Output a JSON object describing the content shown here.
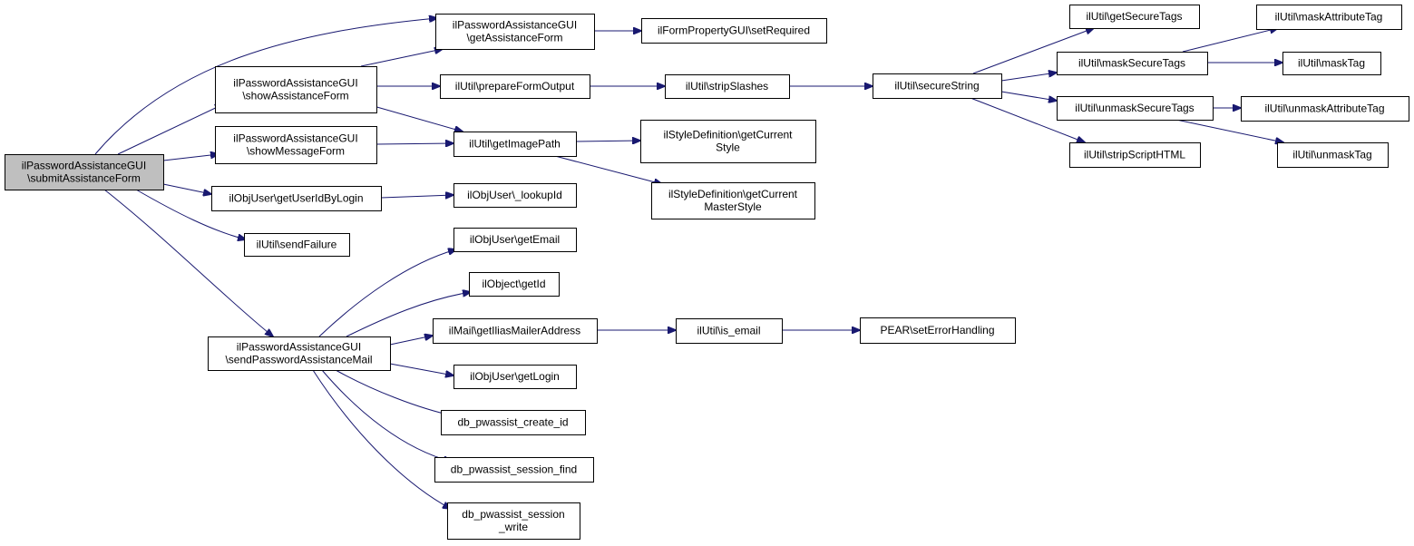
{
  "colors": {
    "edge": "#191970",
    "node_fill": "#ffffff",
    "node_border": "#000000",
    "root_fill": "#bfbfbf",
    "text": "#000000"
  },
  "nodes": [
    {
      "id": "submit",
      "lines": [
        "ilPasswordAssistanceGUI",
        "\\submitAssistanceForm"
      ],
      "root": true
    },
    {
      "id": "getAssistForm",
      "lines": [
        "ilPasswordAssistanceGUI",
        "\\getAssistanceForm"
      ]
    },
    {
      "id": "showAssistForm",
      "lines": [
        "ilPasswordAssistanceGUI",
        "\\showAssistanceForm"
      ]
    },
    {
      "id": "showMsgForm",
      "lines": [
        "ilPasswordAssistanceGUI",
        "\\showMessageForm"
      ]
    },
    {
      "id": "getUserIdByLogin",
      "lines": [
        "ilObjUser\\getUserIdByLogin"
      ]
    },
    {
      "id": "sendFailure",
      "lines": [
        "ilUtil\\sendFailure"
      ]
    },
    {
      "id": "sendPwMail",
      "lines": [
        "ilPasswordAssistanceGUI",
        "\\sendPasswordAssistanceMail"
      ]
    },
    {
      "id": "setRequired",
      "lines": [
        "ilFormPropertyGUI\\setRequired"
      ]
    },
    {
      "id": "prepareFormOutput",
      "lines": [
        "ilUtil\\prepareFormOutput"
      ]
    },
    {
      "id": "getImagePath",
      "lines": [
        "ilUtil\\getImagePath"
      ]
    },
    {
      "id": "lookupId",
      "lines": [
        "ilObjUser\\_lookupId"
      ]
    },
    {
      "id": "getEmail",
      "lines": [
        "ilObjUser\\getEmail"
      ]
    },
    {
      "id": "getId",
      "lines": [
        "ilObject\\getId"
      ]
    },
    {
      "id": "getMailerAddr",
      "lines": [
        "ilMail\\getIliasMailerAddress"
      ]
    },
    {
      "id": "getLogin",
      "lines": [
        "ilObjUser\\getLogin"
      ]
    },
    {
      "id": "createId",
      "lines": [
        "db_pwassist_create_id"
      ]
    },
    {
      "id": "sessionFind",
      "lines": [
        "db_pwassist_session_find"
      ]
    },
    {
      "id": "sessionWrite",
      "lines": [
        "db_pwassist_session",
        "_write"
      ]
    },
    {
      "id": "stripSlashes",
      "lines": [
        "ilUtil\\stripSlashes"
      ]
    },
    {
      "id": "getCurrentStyle",
      "lines": [
        "ilStyleDefinition\\getCurrent",
        "Style"
      ]
    },
    {
      "id": "getCurrentMasterStyle",
      "lines": [
        "ilStyleDefinition\\getCurrent",
        "MasterStyle"
      ]
    },
    {
      "id": "isEmail",
      "lines": [
        "ilUtil\\is_email"
      ]
    },
    {
      "id": "secureString",
      "lines": [
        "ilUtil\\secureString"
      ]
    },
    {
      "id": "setErrorHandling",
      "lines": [
        "PEAR\\setErrorHandling"
      ]
    },
    {
      "id": "getSecureTags",
      "lines": [
        "ilUtil\\getSecureTags"
      ]
    },
    {
      "id": "maskSecureTags",
      "lines": [
        "ilUtil\\maskSecureTags"
      ]
    },
    {
      "id": "unmaskSecureTags",
      "lines": [
        "ilUtil\\unmaskSecureTags"
      ]
    },
    {
      "id": "stripScriptHTML",
      "lines": [
        "ilUtil\\stripScriptHTML"
      ]
    },
    {
      "id": "maskAttributeTag",
      "lines": [
        "ilUtil\\maskAttributeTag"
      ]
    },
    {
      "id": "maskTag",
      "lines": [
        "ilUtil\\maskTag"
      ]
    },
    {
      "id": "unmaskAttributeTag",
      "lines": [
        "ilUtil\\unmaskAttributeTag"
      ]
    },
    {
      "id": "unmaskTag",
      "lines": [
        "ilUtil\\unmaskTag"
      ]
    }
  ],
  "edges": [
    {
      "from": "submit",
      "to": "getAssistForm"
    },
    {
      "from": "submit",
      "to": "showAssistForm"
    },
    {
      "from": "submit",
      "to": "showMsgForm"
    },
    {
      "from": "submit",
      "to": "getUserIdByLogin"
    },
    {
      "from": "submit",
      "to": "sendFailure"
    },
    {
      "from": "submit",
      "to": "sendPwMail"
    },
    {
      "from": "showAssistForm",
      "to": "getAssistForm"
    },
    {
      "from": "showAssistForm",
      "to": "prepareFormOutput"
    },
    {
      "from": "showAssistForm",
      "to": "getImagePath"
    },
    {
      "from": "showMsgForm",
      "to": "getImagePath"
    },
    {
      "from": "getAssistForm",
      "to": "setRequired"
    },
    {
      "from": "prepareFormOutput",
      "to": "stripSlashes"
    },
    {
      "from": "getImagePath",
      "to": "getCurrentStyle"
    },
    {
      "from": "getImagePath",
      "to": "getCurrentMasterStyle"
    },
    {
      "from": "getUserIdByLogin",
      "to": "lookupId"
    },
    {
      "from": "stripSlashes",
      "to": "secureString"
    },
    {
      "from": "secureString",
      "to": "getSecureTags"
    },
    {
      "from": "secureString",
      "to": "maskSecureTags"
    },
    {
      "from": "secureString",
      "to": "unmaskSecureTags"
    },
    {
      "from": "secureString",
      "to": "stripScriptHTML"
    },
    {
      "from": "maskSecureTags",
      "to": "maskAttributeTag"
    },
    {
      "from": "maskSecureTags",
      "to": "maskTag"
    },
    {
      "from": "unmaskSecureTags",
      "to": "unmaskAttributeTag"
    },
    {
      "from": "unmaskSecureTags",
      "to": "unmaskTag"
    },
    {
      "from": "sendPwMail",
      "to": "getEmail"
    },
    {
      "from": "sendPwMail",
      "to": "getId"
    },
    {
      "from": "sendPwMail",
      "to": "getMailerAddr"
    },
    {
      "from": "sendPwMail",
      "to": "getLogin"
    },
    {
      "from": "sendPwMail",
      "to": "createId"
    },
    {
      "from": "sendPwMail",
      "to": "sessionFind"
    },
    {
      "from": "sendPwMail",
      "to": "sessionWrite"
    },
    {
      "from": "getMailerAddr",
      "to": "isEmail"
    },
    {
      "from": "isEmail",
      "to": "setErrorHandling"
    }
  ]
}
